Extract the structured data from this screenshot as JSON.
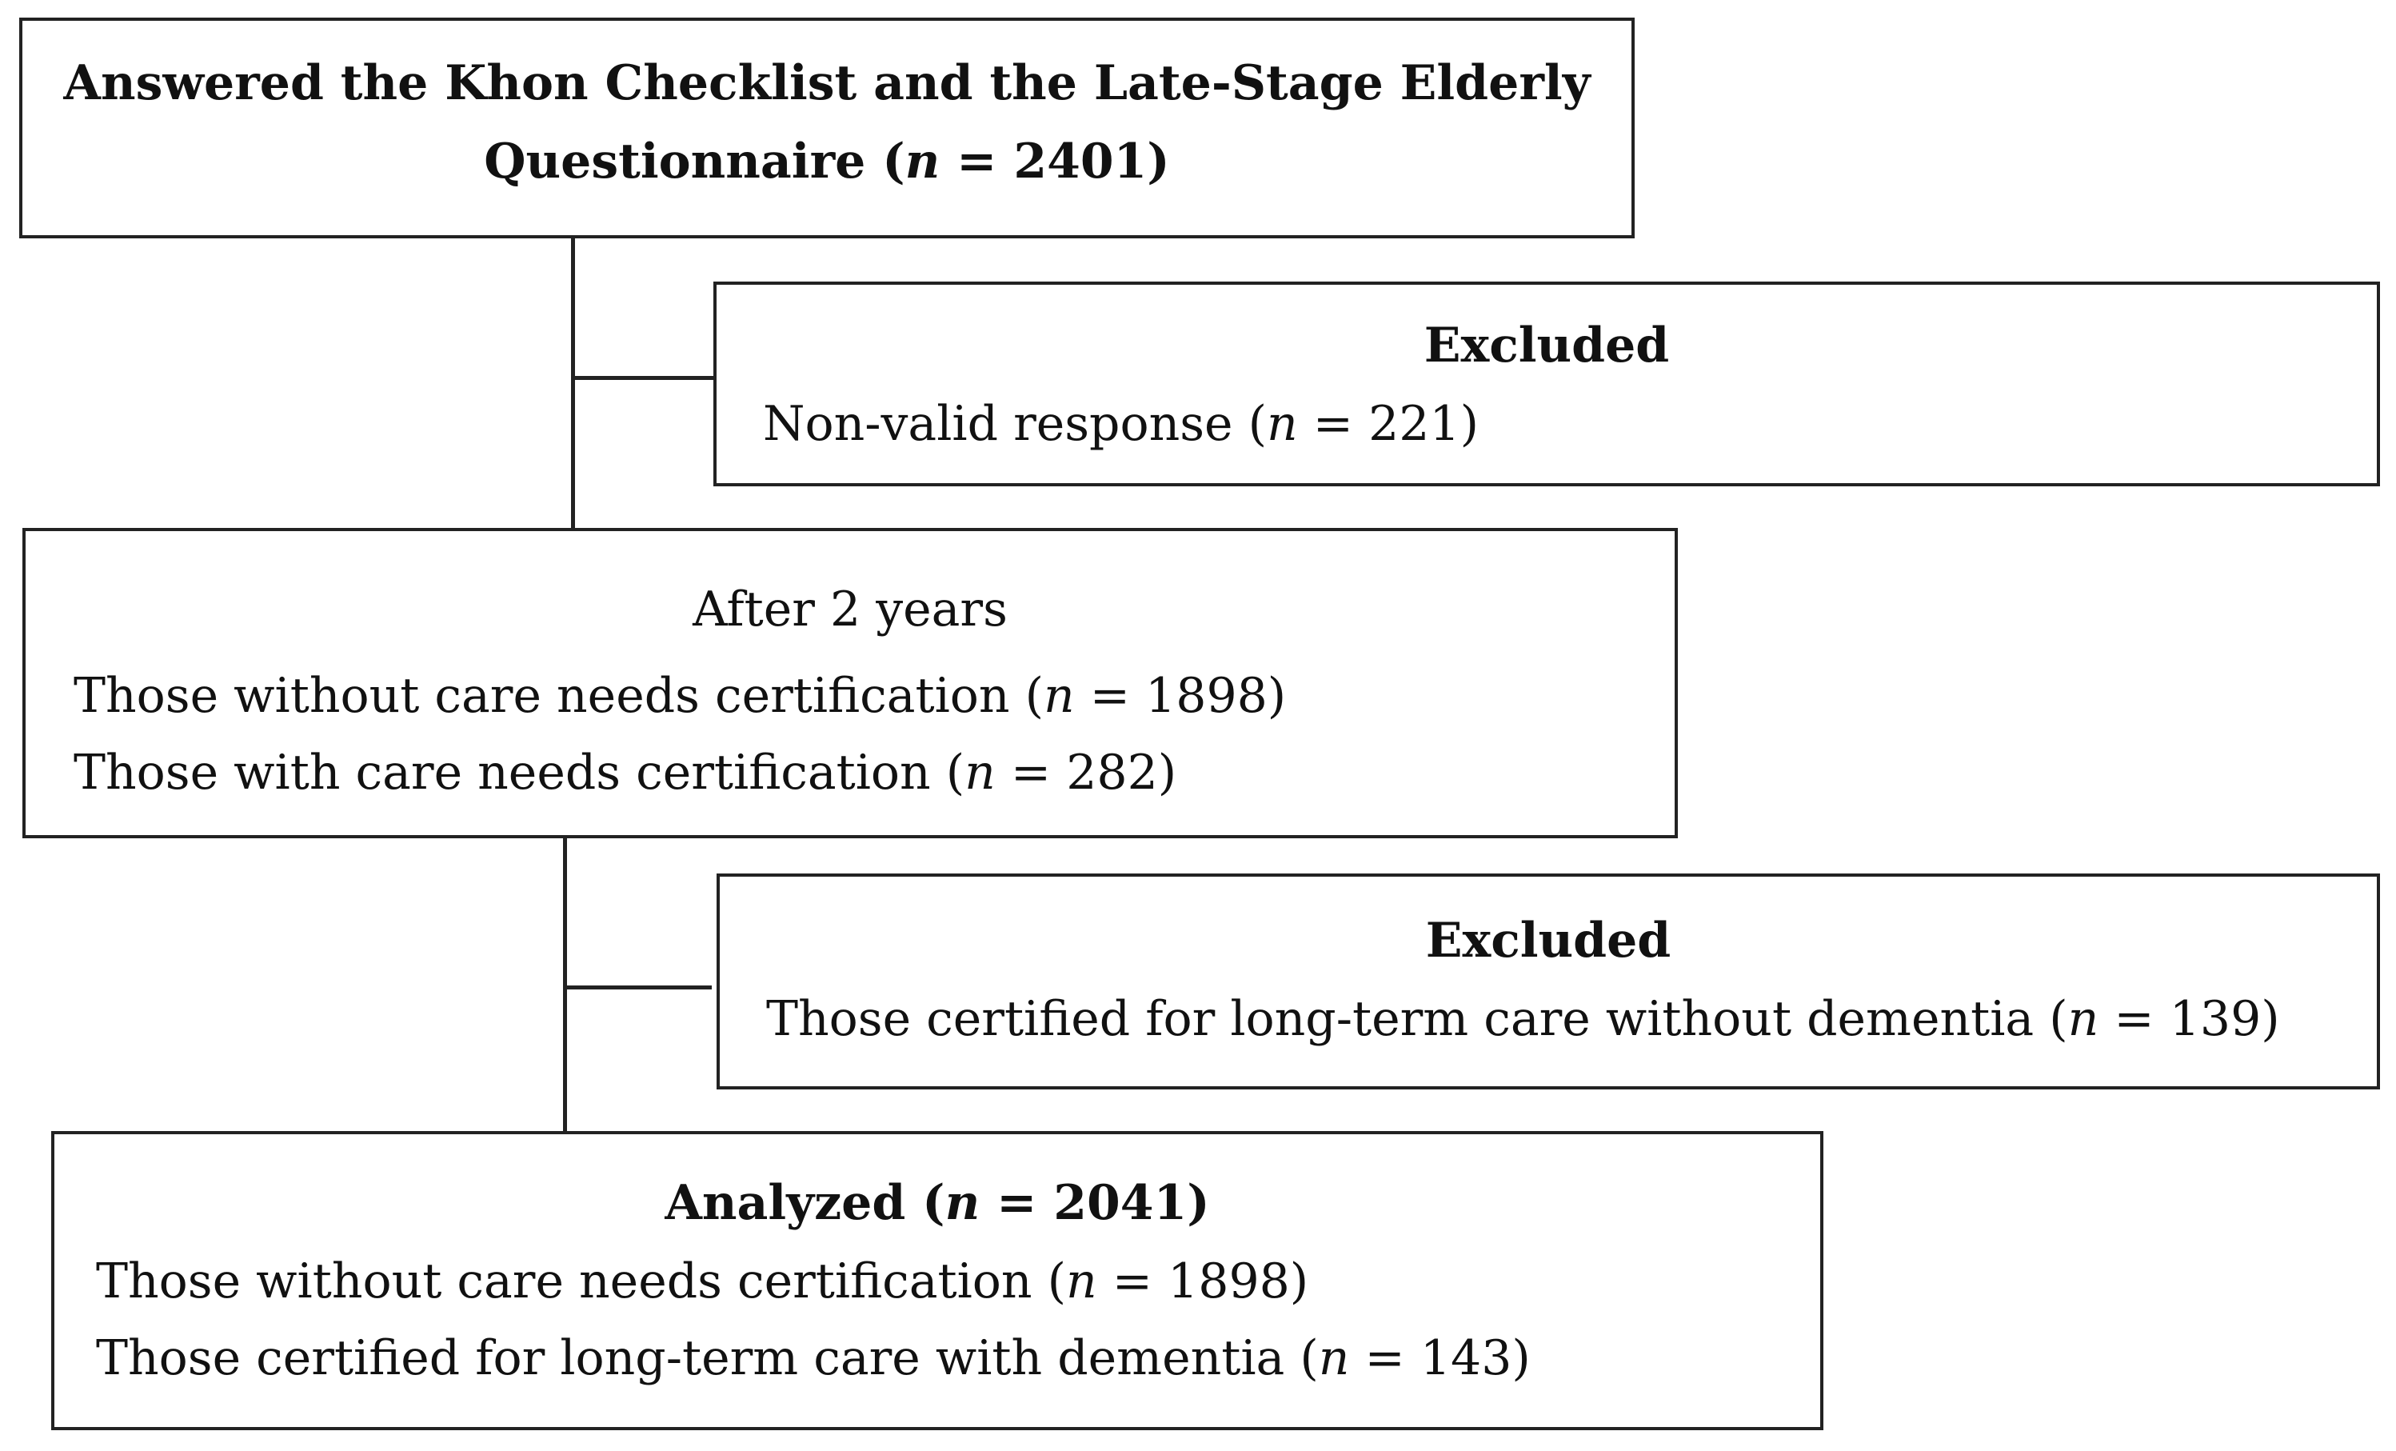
{
  "diagram": {
    "box1": {
      "line1": "Answered the Khon Checklist and the Late-Stage Elderly",
      "line2_prefix": "Questionnaire (",
      "n_symbol": "n",
      "line2_value": " = 2401)"
    },
    "excluded1": {
      "title": "Excluded",
      "prefix": "Non-valid response (",
      "n_symbol": "n",
      "value": " = 221)"
    },
    "box2": {
      "title": "After 2 years",
      "row1_prefix": "Those without care needs certification (",
      "row1_value": " = 1898)",
      "row2_prefix": "Those with care needs certification (",
      "row2_value": " = 282)",
      "n_symbol": "n"
    },
    "excluded2": {
      "title": "Excluded",
      "prefix": "Those certified for long-term care without dementia (",
      "n_symbol": "n",
      "value": " = 139)"
    },
    "box3": {
      "title_prefix": "Analyzed (",
      "title_value": " = 2041)",
      "row1_prefix": "Those without care needs certification (",
      "row1_value": " = 1898)",
      "row2_prefix": "Those certified for long-term care with dementia (",
      "row2_value": " = 143)",
      "n_symbol": "n"
    }
  },
  "colors": {
    "border": "#222222",
    "text": "#111111",
    "background": "#ffffff"
  }
}
